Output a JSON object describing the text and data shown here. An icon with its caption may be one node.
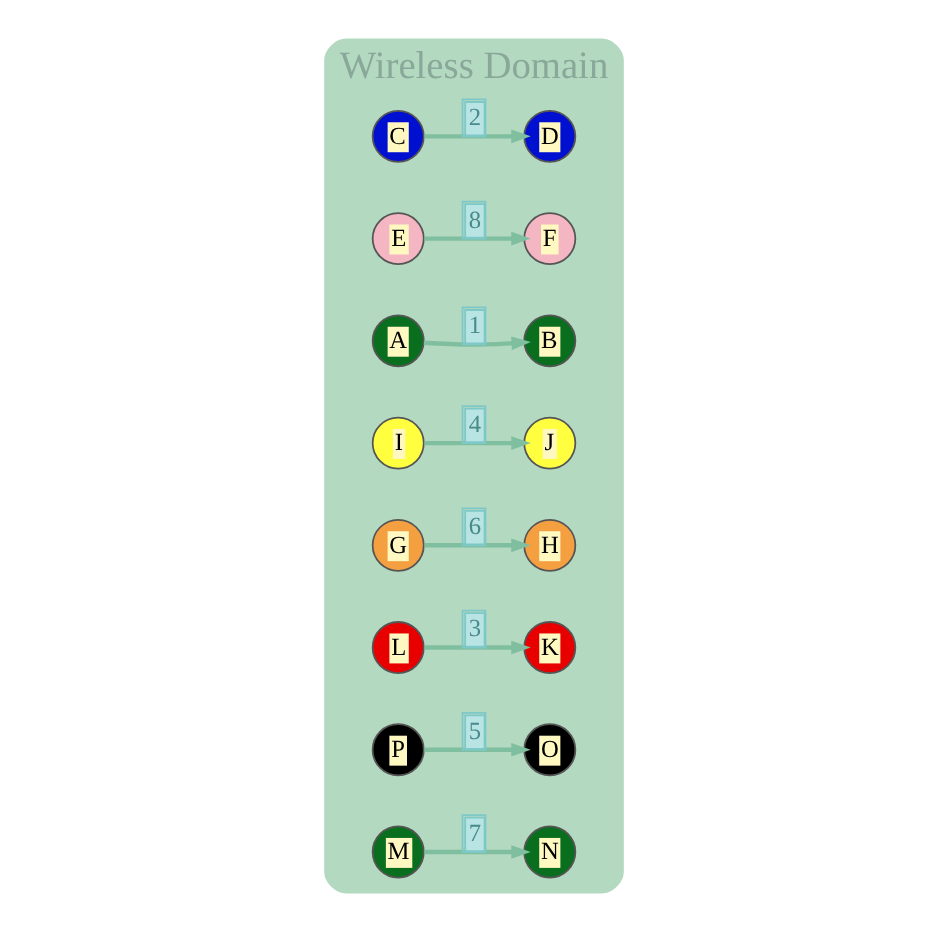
{
  "diagram": {
    "nodes": [
      {
        "text": [
          "Wireless Domain"
        ]
      },
      {
        "text": [
          "D"
        ],
        "in": 0
      },
      {
        "text": [
          "C"
        ],
        "in": 0
      },
      {
        "text": [
          "E"
        ],
        "in": 0
      },
      {
        "text": [
          "B"
        ],
        "in": 0
      },
      {
        "text": [
          "F"
        ],
        "in": 0
      },
      {
        "text": [
          "J"
        ],
        "in": 0
      },
      {
        "text": [
          "A"
        ],
        "in": 0
      },
      {
        "text": [
          "I"
        ],
        "in": 0
      },
      {
        "text": [
          "G"
        ],
        "in": 0
      },
      {
        "text": [
          "O"
        ],
        "in": 0
      },
      {
        "text": [
          "L"
        ],
        "in": 0
      },
      {
        "text": [
          "K"
        ],
        "in": 0
      },
      {
        "text": [
          "P"
        ],
        "in": 0
      },
      {
        "text": [
          "H"
        ],
        "in": 0
      },
      {
        "text": [
          "N"
        ],
        "in": 0
      },
      {
        "text": [
          "M"
        ],
        "in": 0
      }
    ],
    "edges": [
      {
        "from": 7,
        "to": 4,
        "arrow": "to",
        "label": "1"
      },
      {
        "from": 2,
        "to": 1,
        "arrow": "to",
        "label": "2"
      },
      {
        "from": 11,
        "to": 12,
        "arrow": "to",
        "label": "3"
      },
      {
        "from": 8,
        "to": 6,
        "arrow": "to",
        "label": "4"
      },
      {
        "from": 13,
        "to": 10,
        "arrow": "to",
        "label": "5"
      },
      {
        "from": 9,
        "to": 14,
        "arrow": "to",
        "label": "6"
      },
      {
        "from": 16,
        "to": 15,
        "arrow": "to",
        "label": "7"
      },
      {
        "from": 3,
        "to": 5,
        "arrow": "to",
        "label": "8"
      }
    ]
  }
}
